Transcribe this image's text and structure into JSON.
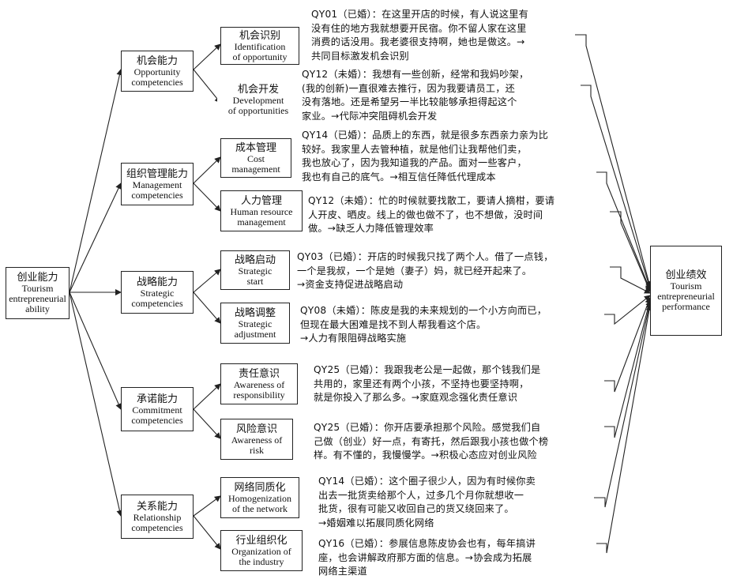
{
  "root": {
    "zh": "创业能力",
    "en": [
      "Tourism",
      "entrepreneurial",
      "ability"
    ]
  },
  "outcome": {
    "zh": "创业绩效",
    "en": [
      "Tourism",
      "entrepreneurial",
      "performance"
    ]
  },
  "categories": [
    {
      "zh": "机会能力",
      "en": [
        "Opportunity",
        "competencies"
      ]
    },
    {
      "zh": "组织管理能力",
      "en": [
        "Management",
        "competencies"
      ]
    },
    {
      "zh": "战略能力",
      "en": [
        "Strategic",
        "competencies"
      ]
    },
    {
      "zh": "承诺能力",
      "en": [
        "Commitment",
        "competencies"
      ]
    },
    {
      "zh": "关系能力",
      "en": [
        "Relationship",
        "competencies"
      ]
    }
  ],
  "subs": [
    {
      "zh": "机会识别",
      "en": [
        "Identification",
        "of opportunity"
      ]
    },
    {
      "zh": "机会开发",
      "en": [
        "Development",
        "of opportunities"
      ]
    },
    {
      "zh": "成本管理",
      "en": [
        "Cost",
        "management"
      ]
    },
    {
      "zh": "人力管理",
      "en": [
        "Human resource",
        "management"
      ]
    },
    {
      "zh": "战略启动",
      "en": [
        "Strategic",
        "start"
      ]
    },
    {
      "zh": "战略调整",
      "en": [
        "Strategic",
        "adjustment"
      ]
    },
    {
      "zh": "责任意识",
      "en": [
        "Awareness of",
        "responsibility"
      ]
    },
    {
      "zh": "风险意识",
      "en": [
        "Awareness of",
        "risk"
      ]
    },
    {
      "zh": "网络同质化",
      "en": [
        "Homogenization",
        "of the network"
      ]
    },
    {
      "zh": "行业组织化",
      "en": [
        "Organization of",
        "the industry"
      ]
    }
  ],
  "quotes": [
    [
      "QY01（已婚）：在这里开店的时候，有人说这里有",
      "没有住的地方我就想要开民宿。你不留人家在这里",
      "消费的话没用。我老婆很支持啊，她也是做这。→",
      "共同目标激发机会识别"
    ],
    [
      "QY12（未婚）：我想有一些创新，经常和我妈吵架，",
      "(我的创新)一直很难去推行，因为我要请员工，还",
      "没有落地。还是希望另一半比较能够承担得起这个",
      "家业。→代际冲突阻碍机会开发"
    ],
    [
      "QY14（已婚）：品质上的东西，就是很多东西亲力亲为比",
      "较好。我家里人去管种植，就是他们让我帮他们卖，",
      "我也放心了，因为我知道我的产品。面对一些客户，",
      "我也有自己的底气。→相互信任降低代理成本"
    ],
    [
      "QY12（未婚）：忙的时候就要找散工，要请人摘柑，要请",
      "人开皮、晒皮。线上的做也做不了，也不想做，没时间",
      "做。→缺乏人力降低管理效率"
    ],
    [
      "QY03（已婚）：开店的时候我只找了两个人。借了一点钱，",
      "一个是我叔，一个是她（妻子）妈，就已经开起来了。",
      "→资金支持促进战略启动"
    ],
    [
      "QY08（未婚）：陈皮是我的未来规划的一个小方向而已，",
      "但现在最大困难是找不到人帮我看这个店。",
      "→人力有限阻碍战略实施"
    ],
    [
      "QY25（已婚）：我跟我老公是一起做，那个钱我们是",
      "共用的，家里还有两个小孩，不坚持也要坚持啊，",
      "就是你投入了那么多。→家庭观念强化责任意识"
    ],
    [
      "QY25（已婚）：你开店要承担那个风险。感觉我们自",
      "己做（创业）好一点，有寄托，然后跟我小孩也做个榜",
      "样。有不懂的，我慢慢学。→积极心态应对创业风险"
    ],
    [
      "QY14（已婚）：这个圈子很少人，因为有时候你卖",
      "出去一批货卖给那个人，过多几个月你就想收一",
      "批货，很有可能又收回自己的货又绕回来了。",
      "→婚姻难以拓展同质化网络"
    ],
    [
      "QY16（已婚）：参展信息陈皮协会也有，每年搞讲",
      "座，也会讲解政府那方面的信息。→协会成为拓展",
      "网络主渠道"
    ]
  ]
}
